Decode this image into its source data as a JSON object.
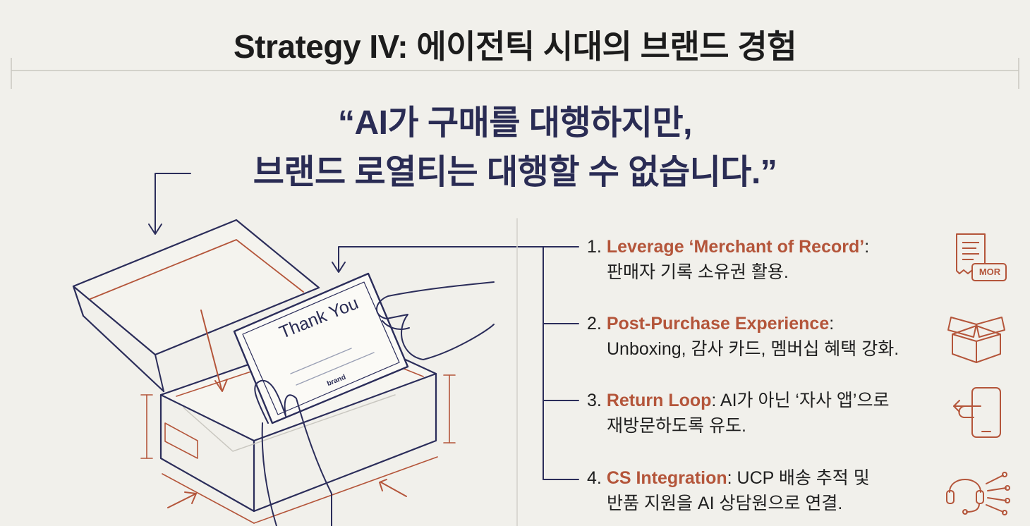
{
  "title": "Strategy IV: 에이전틱 시대의 브랜드 경험",
  "quote": {
    "line1": "“AI가 구매를 대행하지만,",
    "line2": "브랜드 로열티는 대행할 수 없습니다.”"
  },
  "illustration": {
    "card_text": "Thank You",
    "card_logo": "brand"
  },
  "items": [
    {
      "number": "1.",
      "highlight": "Leverage ‘Merchant of Record’",
      "suffix": ":",
      "description": "판매자 기록 소유권 활용.",
      "icon": "receipt-icon",
      "icon_label": "MOR"
    },
    {
      "number": "2.",
      "highlight": "Post-Purchase Experience",
      "suffix": ":",
      "description": "Unboxing, 감사 카드, 멤버십 혜택 강화.",
      "icon": "open-box-icon"
    },
    {
      "number": "3.",
      "highlight": "Return Loop",
      "suffix": ": AI가 아닌 ‘자사 앱’으로",
      "description": "재방문하도록 유도.",
      "icon": "phone-return-icon"
    },
    {
      "number": "4.",
      "highlight": "CS Integration",
      "suffix": ": UCP 배송 추적 및",
      "description": "반품 지원을 AI 상담원으로 연결.",
      "icon": "headset-icon"
    }
  ],
  "colors": {
    "accent": "#b4553a",
    "navy": "#2a2c54",
    "background": "#f1f0eb",
    "line": "#2b2d5a"
  }
}
